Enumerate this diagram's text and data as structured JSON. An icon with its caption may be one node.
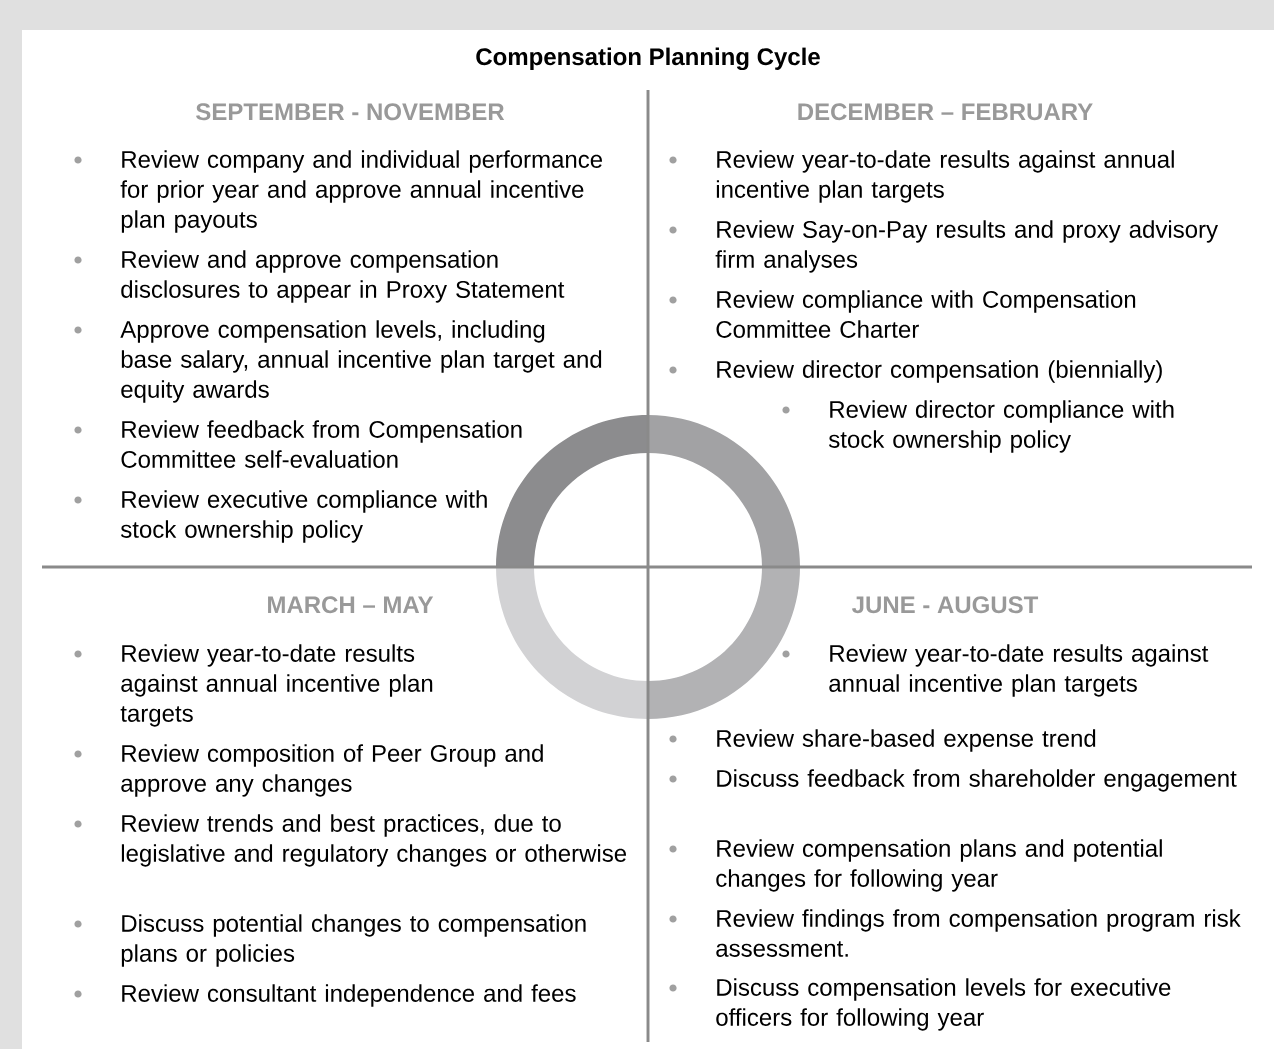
{
  "diagram": {
    "title": "Compensation Planning Cycle",
    "labels": [
      "SEPTEMBER - NOVEMBER",
      "Review company and individual performance for prior year and approve annual incentive plan payouts",
      "Review and approve compensation disclosures to appear in Proxy Statement",
      "Approve compensation levels, including base salary, annual incentive plan target and equity awards",
      "Review feedback from Compensation Committee self-evaluation",
      "Review executive compliance with stock ownership policy",
      "DECEMBER – FEBRUARY",
      "Review year-to-date results against annual incentive plan targets",
      "Review Say-on-Pay results and proxy advisory firm analyses",
      "Review compliance with Compensation Committee Charter",
      "Review director compensation (biennially)",
      "Review director compliance with stock ownership policy",
      "MARCH – MAY",
      "Review year-to-date results against annual incentive plan targets",
      "Review composition of Peer Group and approve any changes",
      "Review trends and best practices, due to legislative and regulatory changes or otherwise",
      "Discuss potential changes to compensation plans or policies",
      "Review consultant independence and fees",
      "JUNE - AUGUST",
      "Review year-to-date results against annual incentive plan targets",
      "Review share-based expense trend",
      "Discuss feedback from shareholder engagement",
      "Review compensation plans and potential changes for following year",
      "Review findings from compensation program risk assessment.",
      "Discuss compensation levels for executive officers for following year"
    ]
  }
}
